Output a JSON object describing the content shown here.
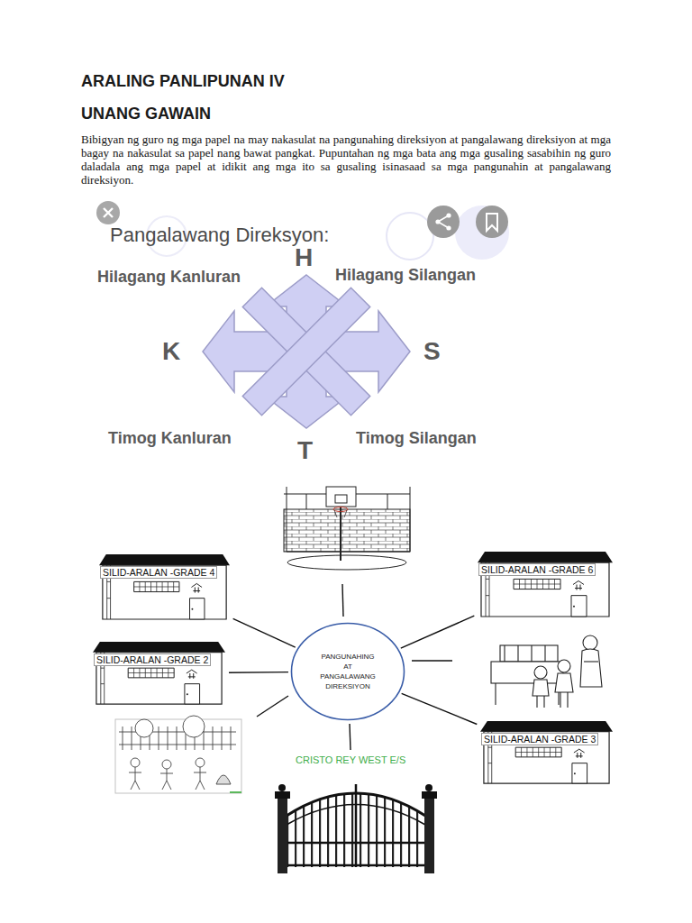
{
  "diagram": {
    "title": "ARALING PANLIPUNAN IV",
    "nodes": [
      {
        "text": [
          "SILID-ARALAN -GRADE 4"
        ]
      },
      {
        "text": [
          "SILID-ARALAN -GRADE 6"
        ]
      },
      {
        "text": [
          "SILID-ARALAN -GRADE 2"
        ]
      },
      {
        "text": [
          "PANGUNAHING AT PANGALAWANG DIREKSIYON"
        ]
      },
      {
        "text": [
          "SILID-ARALAN -GRADE 3"
        ]
      }
    ],
    "edges": [
      {
        "from": 3,
        "to": 0,
        "arrow": "none"
      },
      {
        "from": 3,
        "to": 1,
        "arrow": "none"
      },
      {
        "from": 3,
        "to": 2,
        "arrow": "none"
      },
      {
        "from": 3,
        "to": 4,
        "arrow": "none"
      }
    ],
    "labels": [
      "UNANG GAWAIN",
      "Bibigyan ng guro ng mga papel na may nakasulat na pangunahing direksiyon at pangalawang direksiyon at mga bagay na nakasulat sa papel nang bawat pangkat. Pupuntahan ng mga bata ang mga gusaling sasabihin ng guro daladala ang mga papel at idikit ang mga ito sa gusaling isinasaad sa mga pangunahin at pangalawang direksiyon.",
      "Pangalawang Direksyon:",
      "H",
      "Hilagang Kanluran",
      "Hilagang Silangan",
      "K",
      "S",
      "Timog Kanluran",
      "T",
      "Timog Silangan",
      "CRISTO REY WEST E/S"
    ]
  }
}
